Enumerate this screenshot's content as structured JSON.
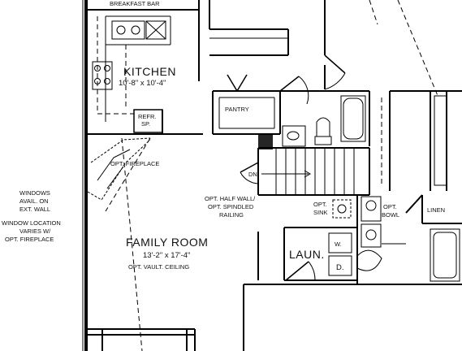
{
  "plan": {
    "breakfast_bar_label": "BREAKFAST BAR",
    "kitchen_label": "KITCHEN",
    "kitchen_dims": "10'-8\" x 10'-4\"",
    "refr_label": "REFR.",
    "refr_sp_label": "SP.",
    "pantry_label": "PANTRY",
    "opt_fireplace_label": "OPT. FIREPLACE",
    "dn_label": "DN",
    "half_wall_line1": "OPT. HALF WALL/",
    "half_wall_line2": "OPT. SPINDLED",
    "half_wall_line3": "RAILING",
    "opt_sink_line1": "OPT.",
    "opt_sink_line2": "SINK",
    "opt_bowl_line1": "OPT.",
    "opt_bowl_line2": "BOWL",
    "linen_label": "LINEN",
    "family_room_label": "FAMILY ROOM",
    "family_room_dims": "13'-2\" x 17'-4\"",
    "vault_ceiling_label": "OPT. VAULT. CEILING",
    "laun_label": "LAUN.",
    "washer_label": "W.",
    "dryer_label": "D.",
    "windows_line1": "WINDOWS",
    "windows_line2": "AVAIL. ON",
    "windows_line3": "EXT. WALL",
    "window_loc_line1": "WINDOW LOCATION",
    "window_loc_line2": "VARIES W/",
    "window_loc_line3": "OPT. FIREPLACE"
  }
}
